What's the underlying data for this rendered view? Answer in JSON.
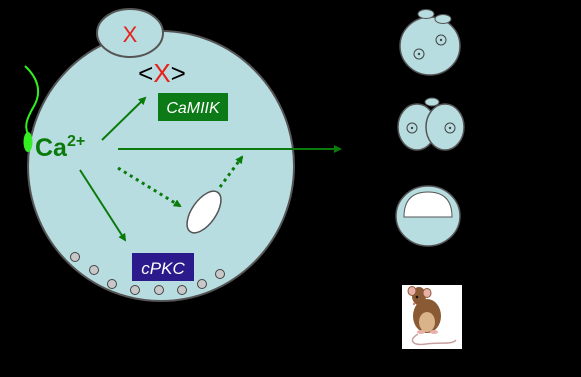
{
  "diagram": {
    "polar_body_label": "X",
    "cytoplasm_label_open": "<",
    "cytoplasm_label_x": "X",
    "cytoplasm_label_close": ">",
    "calcium_label": "Ca",
    "calcium_charge": "2+",
    "camkii_label": "CaMIIK",
    "cpkc_label": "cPKC"
  },
  "colors": {
    "background": "#000000",
    "cell_fill": "#b7dde0",
    "cell_stroke": "#555555",
    "arrow_green": "#0a7a0a",
    "sperm_green": "#33ee22",
    "x_red": "#e8201a",
    "camkii_box": "#0c7a16",
    "cpkc_box": "#2a1a8c",
    "granule_fill": "#c8c8c8"
  },
  "stages": [
    {
      "name": "zygote-with-polar-bodies"
    },
    {
      "name": "two-cell-embryo"
    },
    {
      "name": "blastocyst"
    },
    {
      "name": "mouse"
    }
  ],
  "icons": [
    "sperm-icon",
    "mouse-icon"
  ]
}
